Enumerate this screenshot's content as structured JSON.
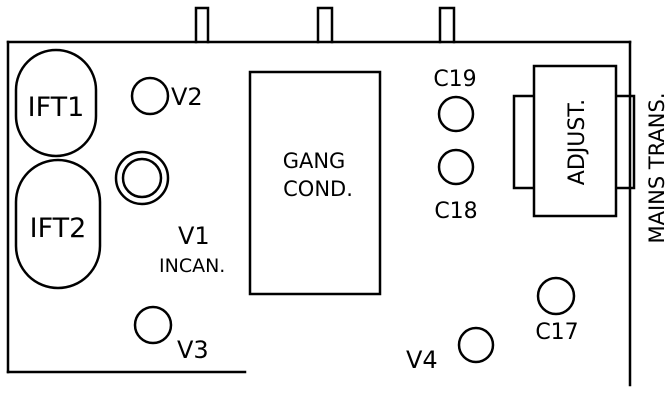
{
  "labels": {
    "ift1": "IFT1",
    "ift2": "IFT2",
    "v1": "V1",
    "v1_note": "INCAN.",
    "v2": "V2",
    "v3": "V3",
    "v4": "V4",
    "gang_line1": "GANG",
    "gang_line2": "COND.",
    "c17": "C17",
    "c18": "C18",
    "c19": "C19",
    "adjust": "ADJUST.",
    "mains_trans": "MAINS TRANS."
  },
  "colors": {
    "ink": "#000000",
    "paper": "#ffffff"
  }
}
